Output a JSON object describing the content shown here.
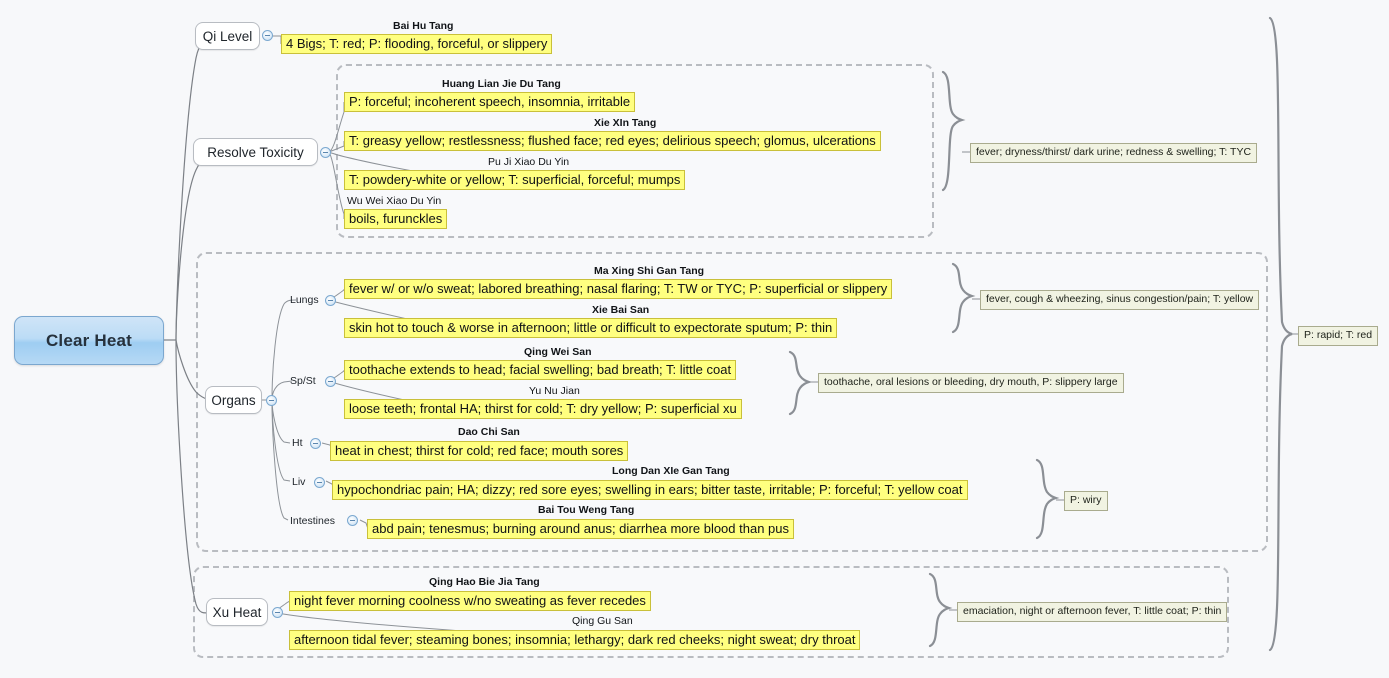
{
  "map": {
    "root": {
      "label": "Clear Heat"
    },
    "overall_note": "P: rapid; T: red"
  },
  "branches": [
    {
      "label": "Qi Level",
      "toggle_icon": "minus-circle-icon",
      "items": [
        {
          "formula": "Bai Hu Tang",
          "symptoms": "4 Bigs; T: red; P: flooding, forceful, or slippery"
        }
      ],
      "note": ""
    },
    {
      "label": "Resolve Toxicity",
      "toggle_icon": "minus-circle-icon",
      "items": [
        {
          "formula": "Huang Lian Jie Du Tang",
          "symptoms": "P: forceful; incoherent speech, insomnia, irritable"
        },
        {
          "formula": "Xie XIn Tang",
          "symptoms": "T: greasy yellow; restlessness; flushed face; red eyes; delirious speech; glomus, ulcerations"
        },
        {
          "formula": "Pu Ji Xiao Du Yin",
          "symptoms": "T: powdery-white or yellow; T: superficial, forceful; mumps"
        },
        {
          "formula": "Wu Wei Xiao Du Yin",
          "symptoms": "boils, furunckles"
        }
      ],
      "note": "fever; dryness/thirst/ dark urine; redness & swelling; T: TYC"
    },
    {
      "label": "Organs",
      "toggle_icon": "minus-circle-icon",
      "organs": [
        {
          "organ": "Lungs",
          "toggle_icon": "minus-circle-icon",
          "items": [
            {
              "formula": "Ma Xing Shi Gan Tang",
              "symptoms": "fever w/ or w/o sweat; labored breathing; nasal flaring; T: TW or TYC; P: superficial or slippery"
            },
            {
              "formula": "Xie Bai San",
              "symptoms": "skin hot to touch & worse in afternoon; little or difficult to expectorate sputum; P: thin"
            }
          ],
          "note": "fever, cough & wheezing, sinus congestion/pain; T: yellow"
        },
        {
          "organ": "Sp/St",
          "toggle_icon": "minus-circle-icon",
          "items": [
            {
              "formula": "Qing Wei San",
              "symptoms": "toothache extends to head; facial swelling; bad breath; T: little coat"
            },
            {
              "formula": "Yu Nu Jian",
              "symptoms": "loose teeth; frontal HA; thirst for cold; T: dry yellow; P: superficial xu"
            }
          ],
          "note": "toothache, oral lesions or bleeding, dry mouth, P: slippery large"
        },
        {
          "organ": "Ht",
          "toggle_icon": "minus-circle-icon",
          "items": [
            {
              "formula": "Dao Chi San",
              "symptoms": "heat in chest; thirst for cold; red face; mouth sores"
            }
          ],
          "note": ""
        },
        {
          "organ": "Liv",
          "toggle_icon": "minus-circle-icon",
          "items": [
            {
              "formula": "Long Dan XIe Gan Tang",
              "symptoms": "hypochondriac pain; HA; dizzy; red sore eyes; swelling in ears; bitter taste, irritable; P: forceful; T: yellow coat"
            }
          ],
          "note": "P: wiry"
        },
        {
          "organ": "Intestines",
          "toggle_icon": "minus-circle-icon",
          "items": [
            {
              "formula": "Bai Tou Weng Tang",
              "symptoms": "abd pain; tenesmus; burning around anus; diarrhea more blood than pus"
            }
          ],
          "note": ""
        }
      ]
    },
    {
      "label": "Xu Heat",
      "toggle_icon": "minus-circle-icon",
      "items": [
        {
          "formula": "Qing Hao Bie Jia Tang",
          "symptoms": "night fever morning coolness w/no sweating as fever recedes"
        },
        {
          "formula": "Qing Gu San",
          "symptoms": "afternoon tidal fever; steaming bones; insomnia; lethargy; dark red cheeks; night sweat; dry throat"
        }
      ],
      "note": "emaciation, night or afternoon fever, T: little coat; P: thin"
    }
  ],
  "colors": {
    "root_fill": "#9ecdf2",
    "highlight": "#ffff80",
    "note_fill": "#f1f3e2",
    "wire": "#7c8086",
    "boundary": "#b9bcc1"
  }
}
